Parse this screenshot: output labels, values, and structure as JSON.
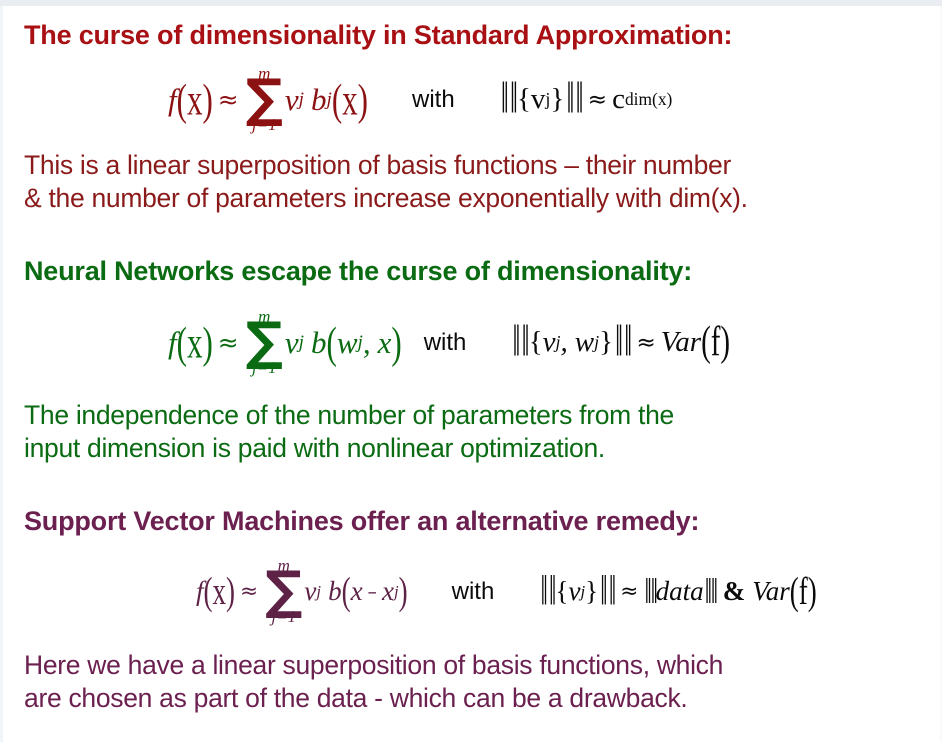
{
  "slide": {
    "colors": {
      "title_red": "#A81014",
      "body_red": "#8B1A1A",
      "green": "#0A6B12",
      "purple": "#6B2050",
      "black": "#0B0B0B",
      "background": "#FFFFFF"
    }
  },
  "sections": [
    {
      "id": "standard-approximation",
      "heading": "The curse of dimensionality in Standard Approximation:",
      "color": "#A81014",
      "formula": {
        "lhs_f": "f",
        "lhs_arg": "(x)",
        "approx": "≈",
        "sum_upper": "m",
        "sum_lower": "j=1",
        "sum_glyph": "∑",
        "term_v": "v",
        "term_v_sub": "j",
        "term_b": "b",
        "term_b_sub": "j",
        "term_b_arg": "(x)",
        "with_label": "with",
        "condition": "‖{vⱼ}‖ ≈ c^dim(x)",
        "cond_norm_open": "‖",
        "cond_set": "{v",
        "cond_set_sub": "j",
        "cond_set_close": "}",
        "cond_norm_close": "‖",
        "cond_approx": "≈",
        "cond_base": "c",
        "cond_exponent": "dim(x)"
      },
      "paragraph": [
        "This is a linear superposition of basis functions – their number",
        "& the number of parameters increase exponentially with dim(x)."
      ]
    },
    {
      "id": "neural-networks",
      "heading": "Neural Networks escape the curse of dimensionality:",
      "color": "#0A6B12",
      "formula": {
        "lhs_f": "f",
        "lhs_arg": "(x)",
        "approx": "≈",
        "sum_upper": "m",
        "sum_lower": "j=1",
        "sum_glyph": "∑",
        "term_v": "v",
        "term_v_sub": "j",
        "term_b": "b",
        "term_b_open": "(",
        "term_b_w": "w",
        "term_b_w_sub": "j",
        "term_b_comma": ",",
        "term_b_x": "x",
        "term_b_close": ")",
        "with_label": "with",
        "condition": "‖{vⱼ, wⱼ}‖ ≈ Var(f)",
        "cond_norm_open": "‖",
        "cond_set_v": "v",
        "cond_set_v_sub": "j",
        "cond_set_comma": ",",
        "cond_set_w": "w",
        "cond_set_w_sub": "j",
        "cond_norm_close": "‖",
        "cond_approx": "≈",
        "cond_rhs": "Var",
        "cond_rhs_arg": "(f)"
      },
      "paragraph": [
        "The independence of the number of parameters from the",
        "input dimension is paid with nonlinear optimization."
      ]
    },
    {
      "id": "support-vector-machines",
      "heading": "Support Vector Machines offer an alternative remedy:",
      "color": "#6B2050",
      "formula": {
        "lhs_f": "f",
        "lhs_arg": "(x)",
        "approx": "≈",
        "sum_upper": "m",
        "sum_lower": "j=1",
        "sum_glyph": "∑",
        "term_v": "v",
        "term_v_sub": "j",
        "term_b": "b",
        "term_b_open": "(",
        "term_b_x": "x",
        "term_b_minus": "–",
        "term_b_xj": "x",
        "term_b_xj_sub": "j",
        "term_b_close": ")",
        "with_label": "with",
        "condition": "‖{vⱼ}‖ ≈ ‖data‖ & Var(f)",
        "cond_norm_open": "‖",
        "cond_set": "{v",
        "cond_set_sub": "j",
        "cond_set_close": "}",
        "cond_norm_close": "‖",
        "cond_approx": "≈",
        "cond_data_open": "‖",
        "cond_data": "data",
        "cond_data_close": "‖",
        "cond_amp": "&",
        "cond_rhs": "Var",
        "cond_rhs_arg": "(f)"
      },
      "paragraph": [
        "Here we have a linear superposition of basis functions, which",
        "are chosen as part of the data - which can be a drawback."
      ]
    }
  ]
}
